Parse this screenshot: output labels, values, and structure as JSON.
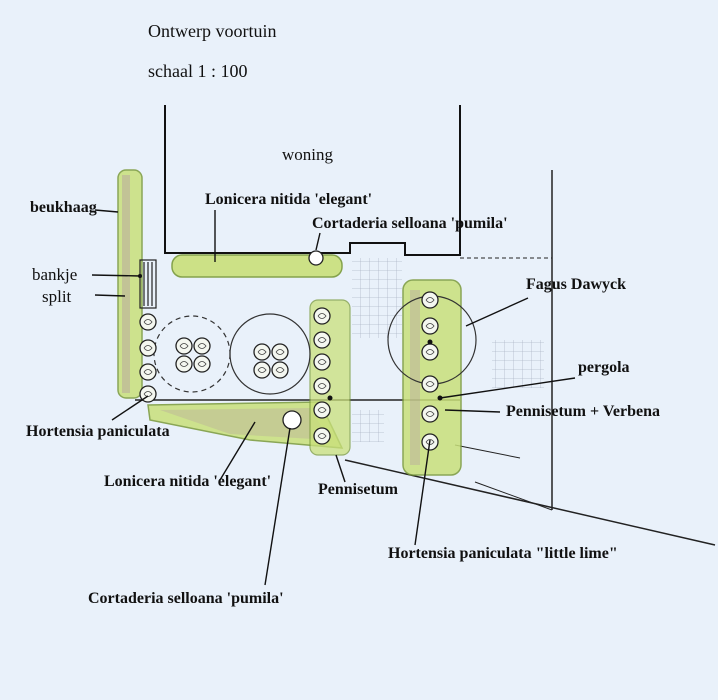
{
  "title": "Ontwerp voortuin",
  "scale": "schaal 1 : 100",
  "labels": {
    "woning": "woning",
    "beukhaag": "beukhaag",
    "bankje": "bankje",
    "split": "split",
    "lonicera_top": "Lonicera nitida 'elegant'",
    "cortaderia_top": "Cortaderia selloana 'pumila'",
    "fagus": "Fagus Dawyck",
    "pergola": "pergola",
    "pennisetum_verbena": "Pennisetum + Verbena",
    "hortensia_left": "Hortensia paniculata",
    "lonicera_bottom": "Lonicera nitida 'elegant'",
    "pennisetum": "Pennisetum",
    "hortensia_lime": "Hortensia paniculata \"little lime\"",
    "cortaderia_bottom": "Cortaderia selloana 'pumila'"
  },
  "colors": {
    "background": "#e9f1fa",
    "ink": "#111111",
    "hedge_green": "#c9e07a",
    "hedge_purple": "#b08aa8",
    "paving_grid": "#aeb7c8"
  }
}
